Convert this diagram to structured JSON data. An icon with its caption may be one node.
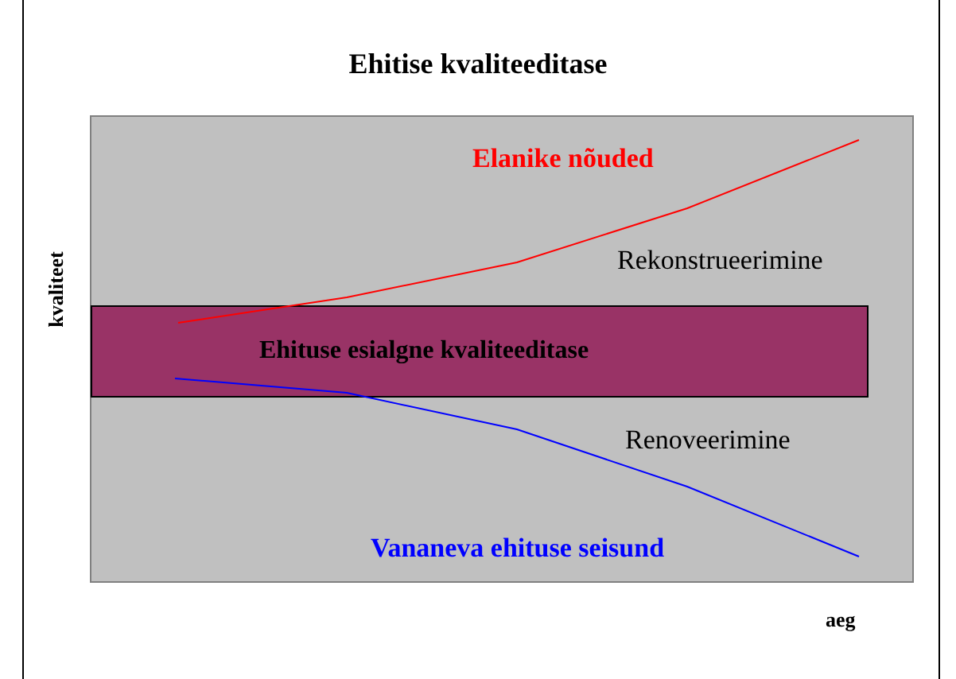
{
  "diagram": {
    "title": "Ehitise kvaliteeditase",
    "nodes": [
      {
        "text": [
          "Ehituse esialgne kvaliteeditase"
        ]
      }
    ],
    "labels": [
      "Elanike nõuded",
      "Rekonstrueerimine",
      "Renoveerimine",
      "Vananeva ehituse seisund",
      "kvaliteet",
      "aeg"
    ]
  }
}
